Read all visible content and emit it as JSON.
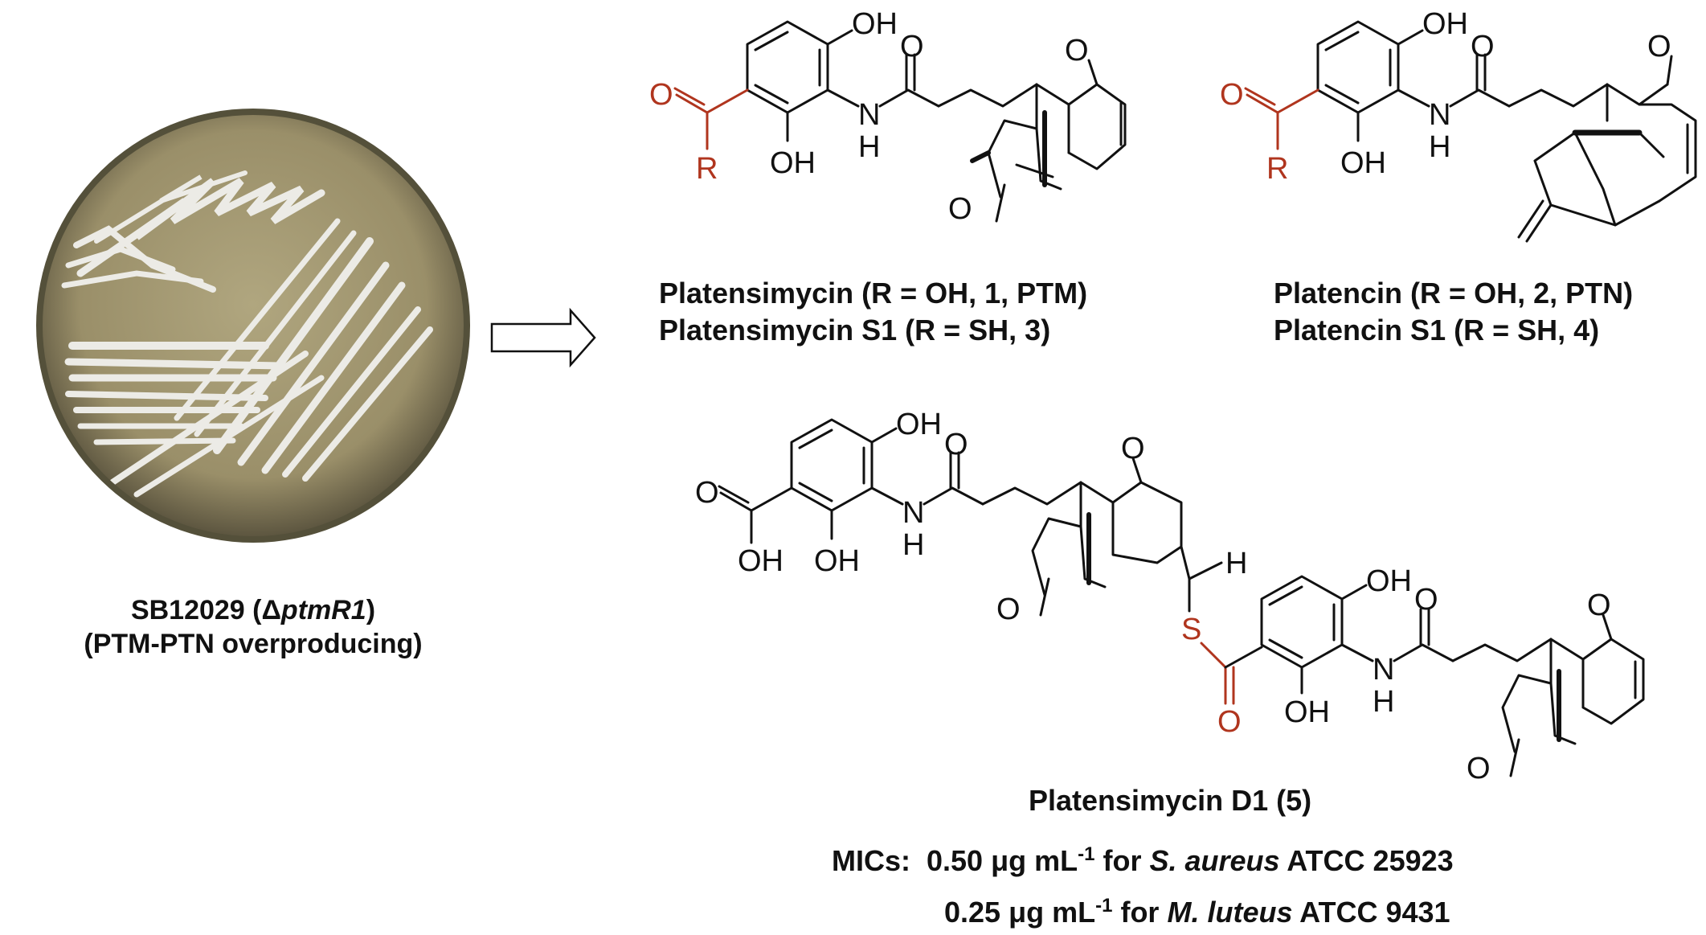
{
  "strain": {
    "line1_prefix": "SB12029 (Δ",
    "line1_italic": "ptmR1",
    "line1_suffix": ")",
    "line2": "(PTM-PTN overproducing)"
  },
  "structure_labels": {
    "OH": "OH",
    "O": "O",
    "NH_N": "N",
    "NH_H": "H",
    "R": "R",
    "S": "S",
    "H": "H"
  },
  "compounds": {
    "top_left_line1": "Platensimycin (R = OH, 1, PTM)",
    "top_left_line2": "Platensimycin S1 (R = SH, 3)",
    "top_right_line1": "Platencin (R = OH, 2, PTN)",
    "top_right_line2": "Platencin S1 (R = SH, 4)",
    "bottom_title": "Platensimycin D1 (5)"
  },
  "mic": {
    "label": "MICs:",
    "line1_value": "0.50 μg mL",
    "line1_exp": "-1",
    "line1_for": "for",
    "line1_organism": "S. aureus",
    "line1_strain": "ATCC 25923",
    "line2_value": "0.25 μg mL",
    "line2_exp": "-1",
    "line2_for": "for",
    "line2_organism": "M. luteus",
    "line2_strain": "ATCC 9431"
  },
  "colors": {
    "highlight": "#b0351e",
    "plate_agar": "#a49a74",
    "plate_rim": "#5f5841",
    "colony": "#ecebe6"
  }
}
